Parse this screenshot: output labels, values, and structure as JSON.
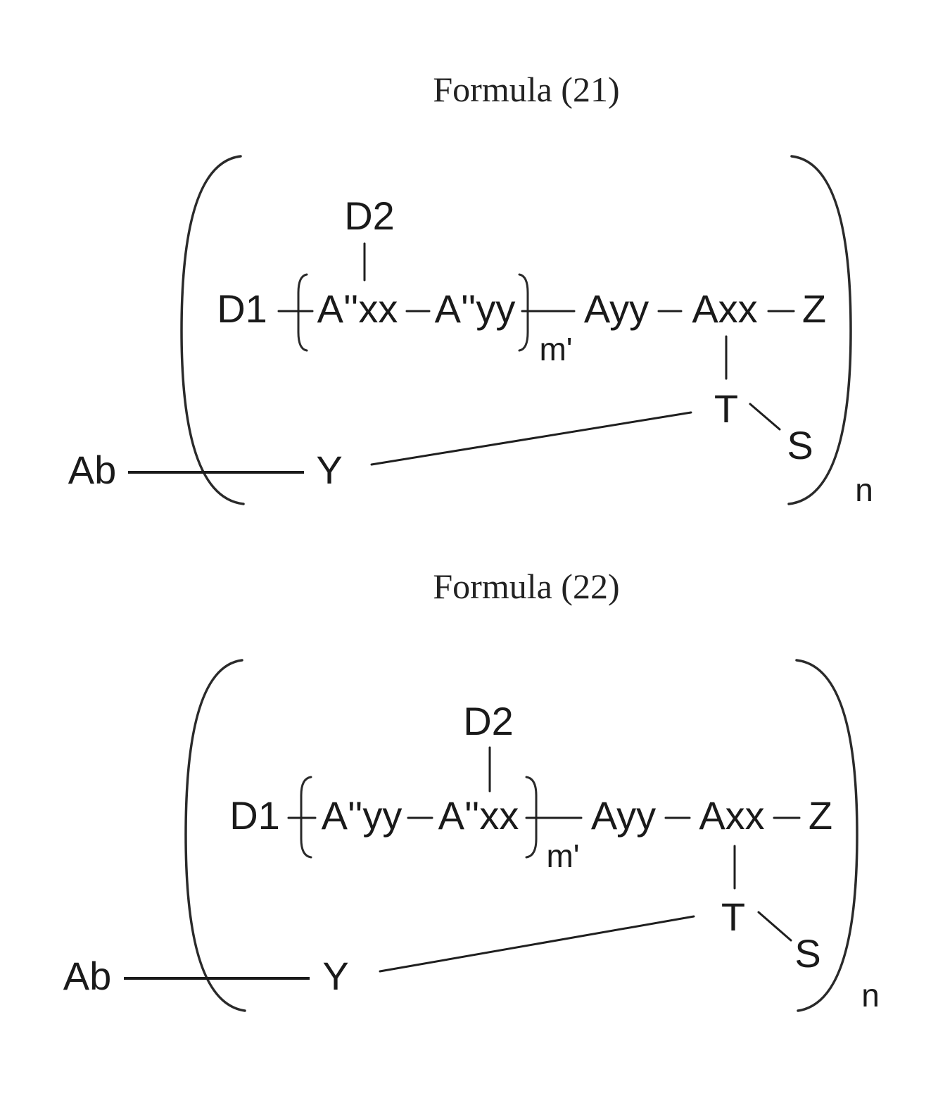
{
  "formulas": [
    {
      "caption": "Formula (21)",
      "labels": {
        "d1": "D1",
        "d2": "D2",
        "unit1": "A''xx",
        "unit2": "A''yy",
        "repeat_sub": "m'",
        "ayy": "Ayy",
        "axx": "Axx",
        "z": "Z",
        "t": "T",
        "s": "S",
        "ab": "Ab",
        "y": "Y",
        "outer_sub": "n"
      }
    },
    {
      "caption": "Formula (22)",
      "labels": {
        "d1": "D1",
        "d2": "D2",
        "unit1": "A''yy",
        "unit2": "A''xx",
        "repeat_sub": "m'",
        "ayy": "Ayy",
        "axx": "Axx",
        "z": "Z",
        "t": "T",
        "s": "S",
        "ab": "Ab",
        "y": "Y",
        "outer_sub": "n"
      }
    }
  ]
}
